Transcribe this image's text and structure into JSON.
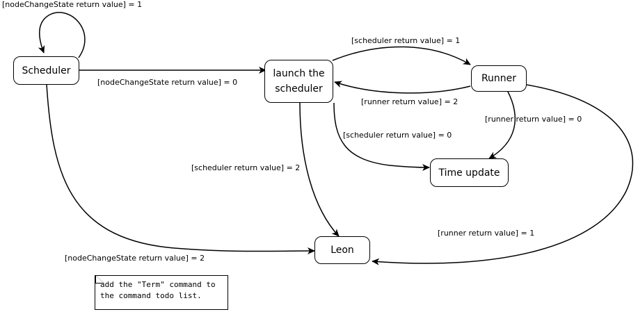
{
  "nodes": {
    "scheduler": "Scheduler",
    "launch_line1": "launch the",
    "launch_line2": "scheduler",
    "runner": "Runner",
    "time_update": "Time update",
    "leon": "Leon"
  },
  "edges": {
    "scheduler_self": "[nodeChangeState return value] = 1",
    "scheduler_to_launch": "[nodeChangeState return value] = 0",
    "scheduler_to_leon": "[nodeChangeState return value] = 2",
    "launch_to_runner": "[scheduler return value] = 1",
    "runner_to_launch": "[runner return value] = 2",
    "launch_to_time": "[scheduler return value] = 0",
    "runner_to_time": "[runner return value] = 0",
    "launch_to_leon": "[scheduler return value] = 2",
    "runner_to_leon": "[runner return value] = 1"
  },
  "note": {
    "line1": "add the \"Term\" command to",
    "line2": "the command todo list."
  }
}
